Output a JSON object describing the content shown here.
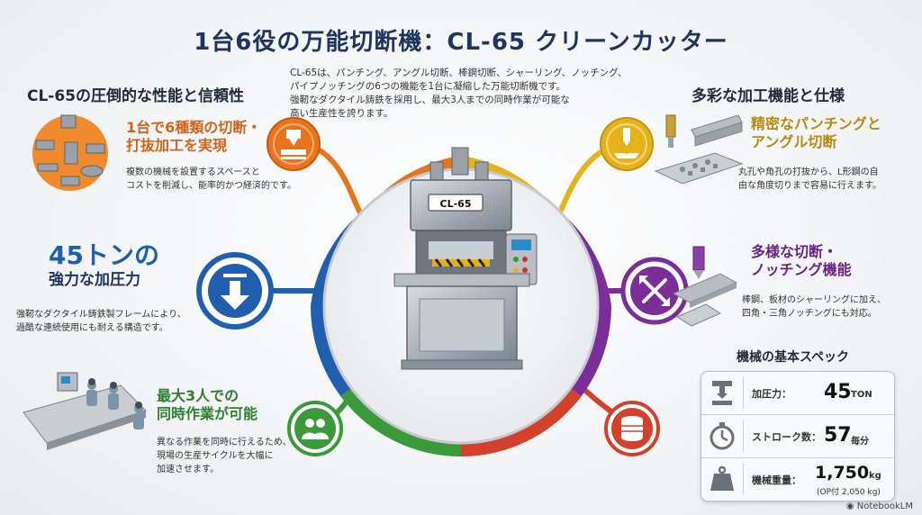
{
  "title": "1台6役の万能切断機：CL-65 クリーンカッター",
  "intro": {
    "lines": [
      "CL-65は、パンチング、アングル切断、棒鋼切断、シャーリング、ノッチング、",
      "パイプノッチングの6つの機能を1台に凝縮した万能切断機です。",
      "強靭なダクタイル鋳鉄を採用し、最大3人までの同時作業が可能な",
      "高い生産性を誇ります。"
    ]
  },
  "machine_label": "CL-65",
  "left_section_title": "CL-65の圧倒的な性能と信頼性",
  "right_section_title": "多彩な加工機能と仕様",
  "features": {
    "six_in_one": {
      "heading": [
        "1台で6種類の切断・",
        "打抜加工を実現"
      ],
      "desc": [
        "複数の機械を設置するスペースと",
        "コストを削減し、能率的かつ経済的です。"
      ]
    },
    "pressure": {
      "heading": [
        "45トンの",
        "強力な加圧力"
      ],
      "desc": [
        "強靭なダクタイル鋳鉄製フレームにより、",
        "過酷な連続使用にも耐える構造です。"
      ]
    },
    "simultaneous": {
      "heading": [
        "最大3人での",
        "同時作業が可能"
      ],
      "desc": [
        "異なる作業を同時に行えるため、",
        "現場の生産サイクルを大幅に",
        "加速させます。"
      ]
    },
    "punching": {
      "heading": [
        "精密なパンチングと",
        "アングル切断"
      ],
      "desc": [
        "丸孔や角孔の打抜から、L形鋼の自",
        "由な角度切りまで容易に行えます。"
      ]
    },
    "cutting": {
      "heading": [
        "多様な切断・",
        "ノッチング機能"
      ],
      "desc": [
        "棒鋼、板材のシャーリングに加え、",
        "四角・三角ノッチングにも対応。"
      ]
    }
  },
  "specs": {
    "title": "機械の基本スペック",
    "rows": [
      {
        "label": "加圧力：",
        "value": "45",
        "unit": "TON",
        "note": ""
      },
      {
        "label": "ストローク数：",
        "value": "57",
        "unit": "毎分",
        "note": ""
      },
      {
        "label": "機械重量：",
        "value": "1,750",
        "unit": "kg",
        "note": "(OP付 2,050 kg)"
      }
    ]
  },
  "footer": "NotebookLM",
  "colors": {
    "orange": "#e8741c",
    "blue": "#1f5fae",
    "green": "#3a9a3a",
    "yellow": "#e6b21a",
    "purple": "#7b2d98",
    "red": "#d2412c",
    "title": "#1f3560"
  },
  "icons": [
    "punch-die-icon",
    "down-arrow-icon",
    "workers-icon",
    "punch-hole-icon",
    "cross-cut-icon",
    "coin-stack-icon",
    "press-icon",
    "stopwatch-icon",
    "weight-scale-icon"
  ]
}
